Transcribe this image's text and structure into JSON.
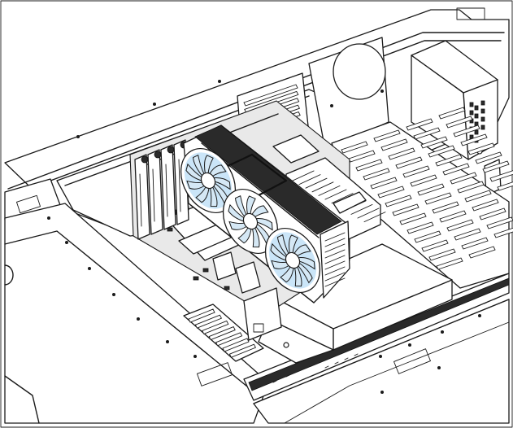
{
  "figure": {
    "kind": "line-art assembly diagram",
    "palette": {
      "line": "#1a1a1a",
      "background": "#ffffff",
      "fan_tint": "#9fd0f2"
    },
    "parts": [
      "case-chassis",
      "motherboard",
      "graphics-card",
      "gpu-fan-left",
      "gpu-fan-center",
      "gpu-fan-right",
      "cpu-heatsink",
      "power-supply",
      "vent-grille",
      "expansion-slot-brackets",
      "drive-tray"
    ]
  }
}
